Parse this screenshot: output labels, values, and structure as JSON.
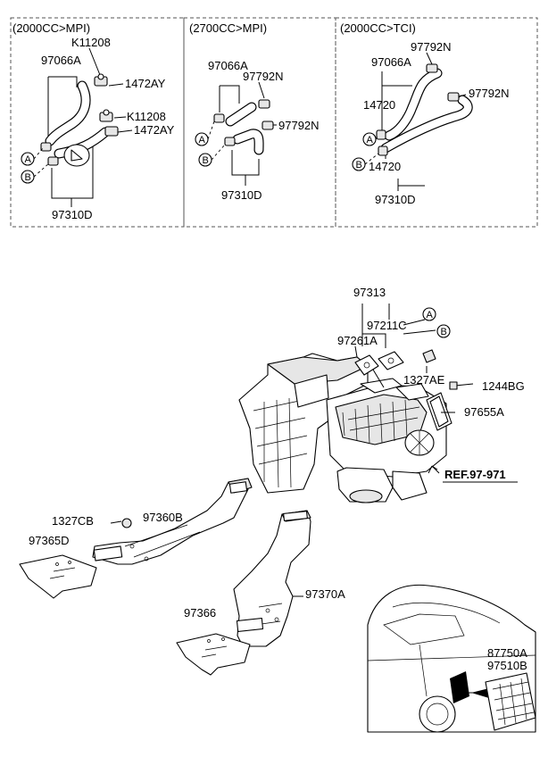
{
  "variants": [
    {
      "header": "(2000CC>MPI)",
      "labels": {
        "k11208_top": "K11208",
        "hose": "97066A",
        "clamp_top": "1472AY",
        "k11208_mid": "K11208",
        "clamp_mid": "1472AY",
        "hose_bottom": "97310D",
        "a": "A",
        "b": "B"
      }
    },
    {
      "header": "(2700CC>MPI)",
      "labels": {
        "hose": "97066A",
        "clamp_top": "97792N",
        "clamp_mid": "97792N",
        "hose_bottom": "97310D",
        "a": "A",
        "b": "B"
      }
    },
    {
      "header": "(2000CC>TCI)",
      "labels": {
        "hose": "97066A",
        "clamp_top": "97792N",
        "clamp_right": "97792N",
        "gasket_top": "14720",
        "gasket_bottom": "14720",
        "hose_bottom": "97310D",
        "a": "A",
        "b": "B"
      }
    }
  ],
  "main": {
    "p97313": "97313",
    "p97211C": "97211C",
    "p97261A": "97261A",
    "p1327AE": "1327AE",
    "p1244BG": "1244BG",
    "p97655A": "97655A",
    "ref": "REF.97-971",
    "p1327CB": "1327CB",
    "p97360B": "97360B",
    "p97365D": "97365D",
    "p97370A": "97370A",
    "p97366": "97366",
    "p87750A": "87750A",
    "p97510B": "97510B",
    "a": "A",
    "b": "B"
  }
}
